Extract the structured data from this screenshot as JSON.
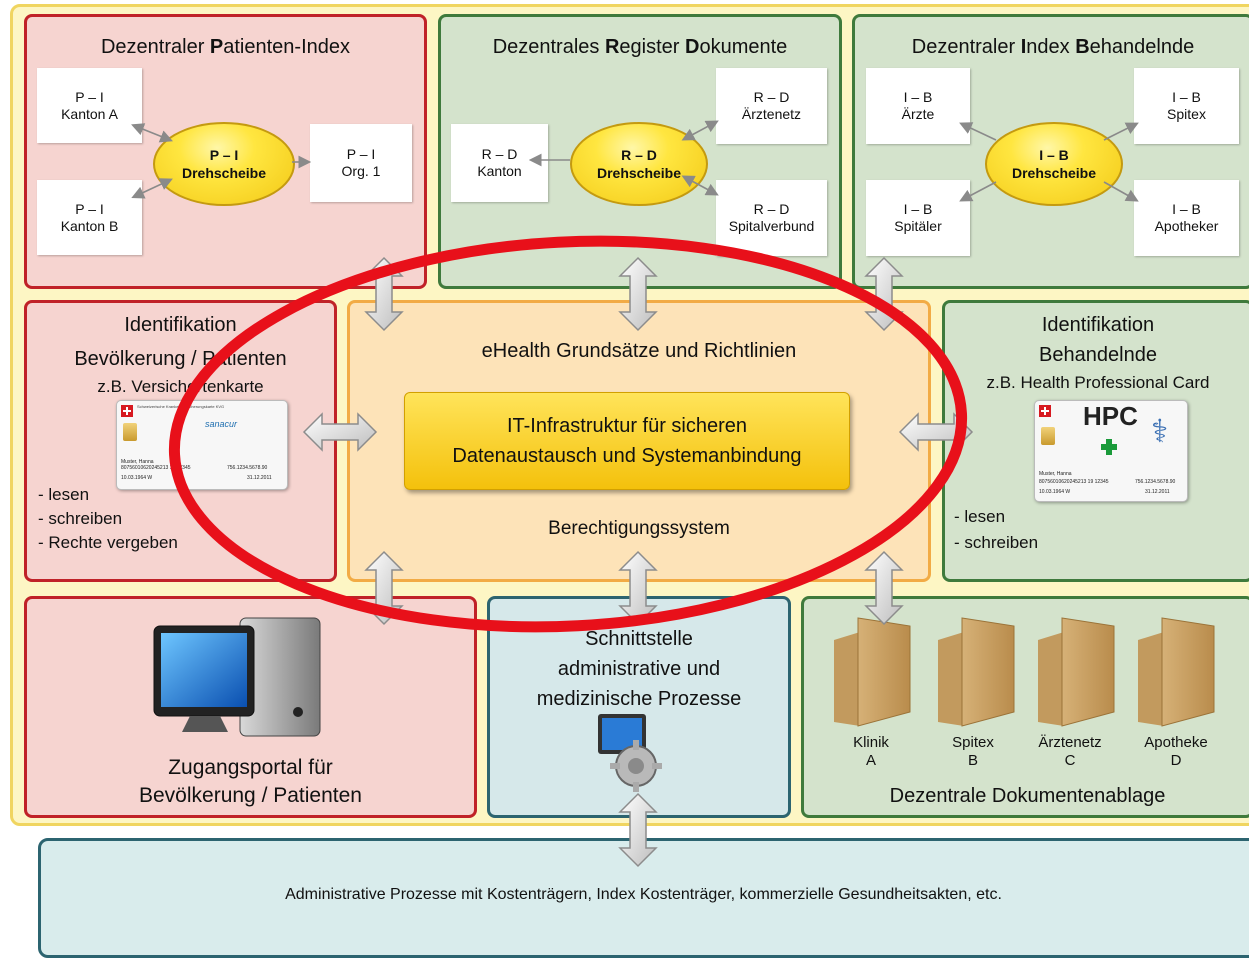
{
  "panels": {
    "patient_index": {
      "title_pre": "Dezentraler ",
      "title_b1": "P",
      "title_mid": "atienten-Index",
      "box_a": [
        "P – I",
        "Kanton A"
      ],
      "box_b": [
        "P – I",
        "Kanton B"
      ],
      "box_org": [
        "P – I",
        "Org. 1"
      ],
      "hub": [
        "P – I",
        "Drehscheibe"
      ]
    },
    "register": {
      "title_pre": "Dezentrales ",
      "title_b1": "R",
      "title_mid": "egister ",
      "title_b2": "D",
      "title_end": "okumente",
      "box_kanton": [
        "R – D",
        "Kanton"
      ],
      "box_aerzte": [
        "R – D",
        "Ärztenetz"
      ],
      "box_spital": [
        "R – D",
        "Spitalverbund"
      ],
      "hub": [
        "R – D",
        "Drehscheibe"
      ]
    },
    "index_behandelnde": {
      "title_pre": "Dezentraler ",
      "title_b1": "I",
      "title_mid": "ndex ",
      "title_b2": "B",
      "title_end": "ehandelnde",
      "box_aerzte": [
        "I – B",
        "Ärzte"
      ],
      "box_spitex": [
        "I – B",
        "Spitex"
      ],
      "box_spitaeler": [
        "I – B",
        "Spitäler"
      ],
      "box_apotheker": [
        "I – B",
        "Apotheker"
      ],
      "hub": [
        "I – B",
        "Drehscheibe"
      ]
    },
    "id_patients": {
      "title1": "Identifikation",
      "title2": "Bevölkerung / Patienten",
      "subtitle": "z.B. Versichertenkarte",
      "items": [
        "- lesen",
        "- schreiben",
        "- Rechte vergeben"
      ]
    },
    "center": {
      "title": "eHealth Grundsätze und Richtlinien",
      "it_line1": "IT-Infrastruktur für sicheren",
      "it_line2": "Datenaustausch und Systemanbindung",
      "bottom": "Berechtigungssystem"
    },
    "id_providers": {
      "title1": "Identifikation",
      "title2": "Behandelnde",
      "subtitle": "z.B. Health Professional Card",
      "card_label": "HPC",
      "items": [
        "- lesen",
        "- schreiben"
      ]
    },
    "portal": {
      "line1": "Zugangsportal für",
      "line2": "Bevölkerung / Patienten"
    },
    "interface": {
      "line1": "Schnittstelle",
      "line2": "administrative und",
      "line3": "medizinische Prozesse"
    },
    "storage": {
      "folders": [
        {
          "l1": "Klinik",
          "l2": "A"
        },
        {
          "l1": "Spitex",
          "l2": "B"
        },
        {
          "l1": "Ärztenetz",
          "l2": "C"
        },
        {
          "l1": "Apotheke",
          "l2": "D"
        }
      ],
      "title": "Dezentrale Dokumentenablage"
    },
    "footer": {
      "text": "Administrative Prozesse mit Kostenträgern, Index Kostenträger, kommerzielle Gesundheitsakten, etc."
    }
  },
  "card_text": {
    "header": "Schweizerische Krankenversicherungskarte KVG",
    "name": "Muster, Hanna",
    "number": "80756010620245213 19 12345",
    "ahv": "756.1234.5678.90",
    "dob": "10.03.1964 W",
    "expiry": "31.12.2011",
    "logo": "sanacur"
  },
  "colors": {
    "red_border": "#c02228",
    "green_border": "#3f7a3c",
    "blue_border": "#2c6470",
    "orange_border": "#f2ab45",
    "highlight_ellipse": "#e8101a",
    "hub_yellow": "#ffe640"
  }
}
